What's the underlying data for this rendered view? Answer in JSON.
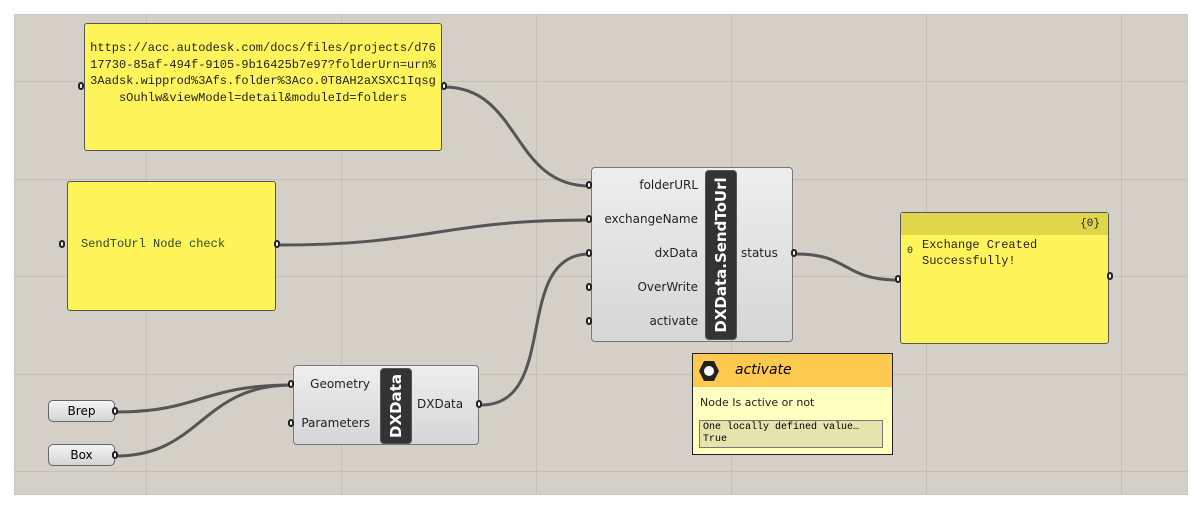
{
  "url_panel": {
    "text": "https://acc.autodesk.com/docs/files/projects/d7617730-85af-494f-9105-9b16425b7e97?folderUrn=urn%3Aadsk.wipprod%3Afs.folder%3Aco.0T8AH2aXSXC1IqsgsOuhlw&viewModel=detail&moduleId=folders"
  },
  "name_panel": {
    "text": "SendToUrl Node check"
  },
  "send_node": {
    "title": "DXData.SendToUrl",
    "inputs": [
      "folderURL",
      "exchangeName",
      "dxData",
      "OverWrite",
      "activate"
    ],
    "output": "status"
  },
  "dx_node": {
    "title": "DXData",
    "inputs": [
      "Geometry",
      "Parameters"
    ],
    "output": "DXData"
  },
  "brep": {
    "label": "Brep"
  },
  "box": {
    "label": "Box"
  },
  "output_panel": {
    "header": "{0}",
    "index": "0",
    "text": "Exchange Created Successfully!"
  },
  "tooltip": {
    "title": "activate",
    "description": "Node Is active or not",
    "value_line1": "One locally defined value…",
    "value_line2": "True"
  },
  "colors": {
    "canvas": "#d4d0c8",
    "panel": "#fff55a",
    "tooltip_header": "#fdc94e"
  }
}
